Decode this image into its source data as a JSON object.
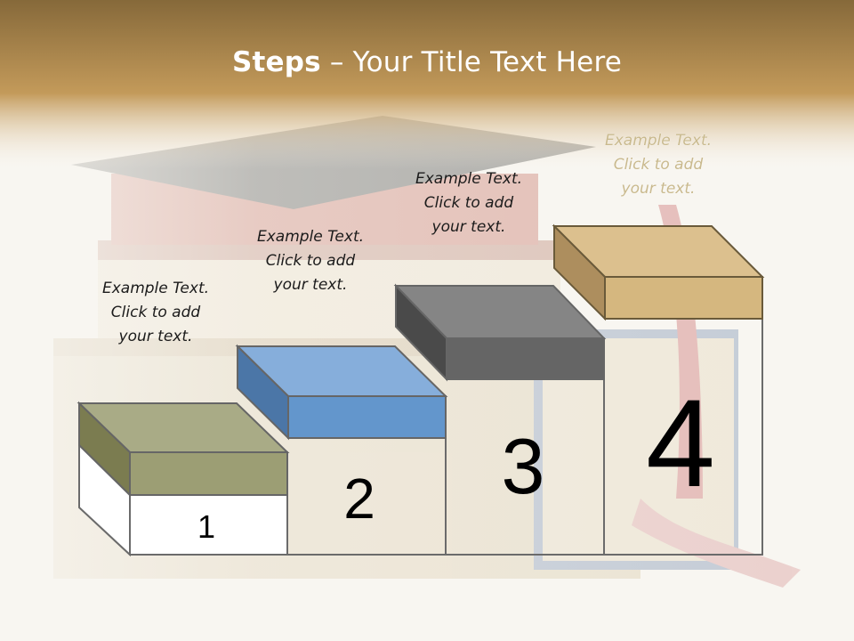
{
  "title": {
    "bold": "Steps",
    "rest": " – Your Title Text Here"
  },
  "steps": [
    {
      "number": "1",
      "line1": "Example Text.",
      "line2": "Click  to add",
      "line3": "your text."
    },
    {
      "number": "2",
      "line1": "Example Text.",
      "line2": "Click  to add",
      "line3": "your text."
    },
    {
      "number": "3",
      "line1": "Example Text.",
      "line2": "Click  to add",
      "line3": "your text."
    },
    {
      "number": "4",
      "line1": "Example Text.",
      "line2": "Click  to add",
      "line3": "your text."
    }
  ],
  "colors": {
    "header": "#8a6e3c",
    "step1": "#a9ab86",
    "step2": "#6a9ccc",
    "step3": "#6e6e6e",
    "step4": "#d7b982",
    "outline": "#6b6b6b"
  }
}
